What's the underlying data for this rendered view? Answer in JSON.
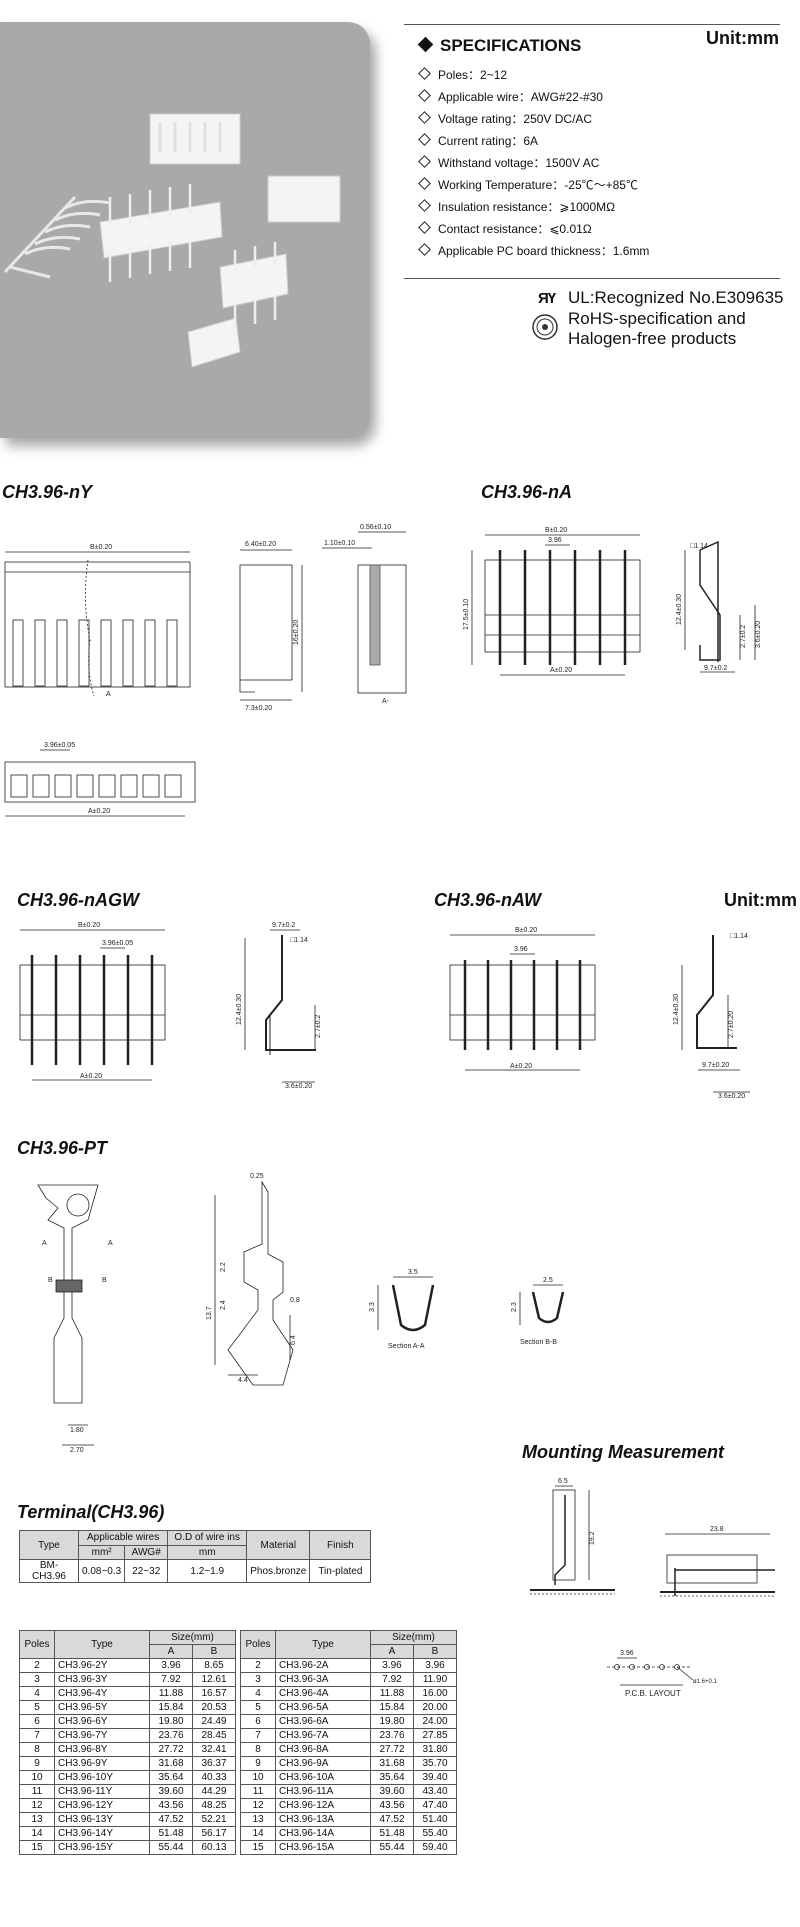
{
  "unit_label": "Unit:mm",
  "specifications": {
    "title": "SPECIFICATIONS",
    "items": [
      "Poles：2~12",
      "Applicable wire：AWG#22-#30",
      "Voltage rating：250V DC/AC",
      "Current rating：6A",
      "Withstand voltage：1500V AC",
      "Working Temperature：-25℃～+85℃",
      "Insulation resistance：⩾1000MΩ",
      "Contact resistance：⩽0.01Ω",
      "Applicable PC board thickness：1.6mm"
    ]
  },
  "certifications": {
    "ul_symbol": "ЯҮ",
    "ul_text": "UL:Recognized No.E309635",
    "rohs_line1": "RoHS-specification and",
    "rohs_line2": "Halogen-free products"
  },
  "sections": {
    "ny": "CH3.96-nY",
    "na": "CH3.96-nA",
    "nagw": "CH3.96-nAGW",
    "naw": "CH3.96-nAW",
    "pt": "CH3.96-PT",
    "mounting": "Mounting Measurement",
    "terminal": "Terminal(CH3.96)"
  },
  "dims": {
    "ny": {
      "b": "B±0.20",
      "w1": "6.40±0.20",
      "w2": "0.56±0.10",
      "w3": "1.10±0.10",
      "h": "16±0.20",
      "bw": "7.3±0.20",
      "a_mark": "A",
      "sec_mark": "A-",
      "pitch": "3.96±0.05",
      "a": "A±0.20"
    },
    "na": {
      "b": "B±0.20",
      "pitch": "3.96",
      "h": "17.5±0.10",
      "a": "A±0.20",
      "sq": "□1.14",
      "h2": "12.4±0.30",
      "h3": "2.7±0.2",
      "h4": "3.6±0.20",
      "bw": "9.7±0.2"
    },
    "nagw": {
      "b": "B±0.20",
      "pitch": "3.96±0.05",
      "a": "A±0.20",
      "w": "9.7±0.2",
      "sq": "□1.14",
      "h2": "12.4±0.30",
      "h3": "2.7±0.2",
      "bw": "3.6±0.20"
    },
    "naw": {
      "b": "B±0.20",
      "pitch": "3.96",
      "a": "A±0.20",
      "sq": "□1.14",
      "h2": "12.4±0.30",
      "h3": "2.7±0.20",
      "w": "9.7±0.20",
      "bw": "3.6±0.20"
    },
    "pt": {
      "top": "0.25",
      "d1": "2.2",
      "d2": "2.4",
      "d3": "13.7",
      "d4": "0.8",
      "d5": "6.4",
      "d6": "4.4",
      "w1": "1.80",
      "w2": "2.70",
      "a": "A",
      "b": "B",
      "secA_w": "3.5",
      "secA_h": "3.3",
      "secA": "Section A-A",
      "secB_w": "2.5",
      "secB_h": "2.3",
      "secB": "Section B-B"
    },
    "mount": {
      "d1": "6.5",
      "d2": "19.2",
      "d3": "23.8",
      "pitch": "3.96",
      "hole": "ø1.6+0.1",
      "layout": "P.C.B. LAYOUT"
    }
  },
  "terminal_table": {
    "headers": {
      "type": "Type",
      "wires": "Applicable wires",
      "od": "O.D of wire ins",
      "material": "Material",
      "finish": "Finish"
    },
    "sub": {
      "mm2": "mm²",
      "awg": "AWG#",
      "mm": "mm"
    },
    "row": {
      "type": "BM-CH3.96",
      "mm2": "0.08~0.3",
      "awg": "22~32",
      "od": "1.2~1.9",
      "material": "Phos.bronze",
      "finish": "Tin-plated"
    }
  },
  "size_table_headers": {
    "poles": "Poles",
    "type": "Type",
    "size": "Size(mm)",
    "a": "A",
    "b": "B"
  },
  "size_table_y": [
    [
      "2",
      "CH3.96-2Y",
      "3.96",
      "8.65"
    ],
    [
      "3",
      "CH3.96-3Y",
      "7.92",
      "12.61"
    ],
    [
      "4",
      "CH3.96-4Y",
      "11.88",
      "16.57"
    ],
    [
      "5",
      "CH3.96-5Y",
      "15.84",
      "20.53"
    ],
    [
      "6",
      "CH3.96-6Y",
      "19.80",
      "24.49"
    ],
    [
      "7",
      "CH3.96-7Y",
      "23.76",
      "28.45"
    ],
    [
      "8",
      "CH3.96-8Y",
      "27.72",
      "32.41"
    ],
    [
      "9",
      "CH3.96-9Y",
      "31.68",
      "36.37"
    ],
    [
      "10",
      "CH3.96-10Y",
      "35.64",
      "40.33"
    ],
    [
      "11",
      "CH3.96-11Y",
      "39.60",
      "44.29"
    ],
    [
      "12",
      "CH3.96-12Y",
      "43.56",
      "48.25"
    ],
    [
      "13",
      "CH3.96-13Y",
      "47.52",
      "52.21"
    ],
    [
      "14",
      "CH3.96-14Y",
      "51.48",
      "56.17"
    ],
    [
      "15",
      "CH3.96-15Y",
      "55.44",
      "60.13"
    ]
  ],
  "size_table_a": [
    [
      "2",
      "CH3.96-2A",
      "3.96",
      "3.96"
    ],
    [
      "3",
      "CH3.96-3A",
      "7.92",
      "11.90"
    ],
    [
      "4",
      "CH3.96-4A",
      "11.88",
      "16.00"
    ],
    [
      "5",
      "CH3.96-5A",
      "15.84",
      "20.00"
    ],
    [
      "6",
      "CH3.96-6A",
      "19.80",
      "24.00"
    ],
    [
      "7",
      "CH3.96-7A",
      "23.76",
      "27.85"
    ],
    [
      "8",
      "CH3.96-8A",
      "27.72",
      "31.80"
    ],
    [
      "9",
      "CH3.96-9A",
      "31.68",
      "35.70"
    ],
    [
      "10",
      "CH3.96-10A",
      "35.64",
      "39.40"
    ],
    [
      "11",
      "CH3.96-11A",
      "39.60",
      "43.40"
    ],
    [
      "12",
      "CH3.96-12A",
      "43.56",
      "47.40"
    ],
    [
      "13",
      "CH3.96-13A",
      "47.52",
      "51.40"
    ],
    [
      "14",
      "CH3.96-14A",
      "51.48",
      "55.40"
    ],
    [
      "15",
      "CH3.96-15A",
      "55.44",
      "59.40"
    ]
  ]
}
